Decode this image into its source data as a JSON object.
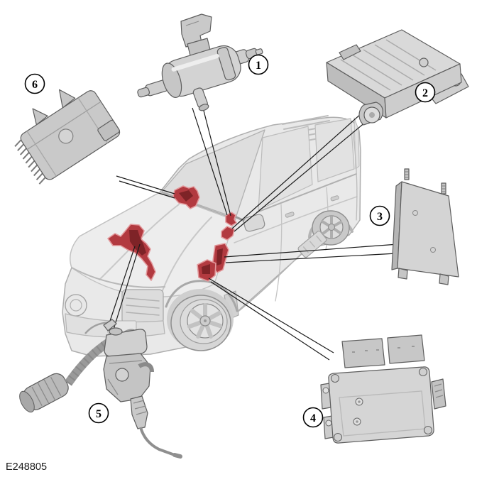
{
  "figure": {
    "code_label": "E248805",
    "callouts": [
      {
        "n": "1"
      },
      {
        "n": "2"
      },
      {
        "n": "3"
      },
      {
        "n": "4"
      },
      {
        "n": "5"
      },
      {
        "n": "6"
      }
    ],
    "colors": {
      "background": "#ffffff",
      "highlight_fill": "#b23a40",
      "highlight_edge": "#e3999c",
      "leader_line": "#1a1a1a",
      "vehicle_fill": "#e9e9e9",
      "vehicle_line": "#b0b0b0",
      "component_fill": "#d2d2d2",
      "component_line": "#5e5e5e",
      "callout_stroke": "#000000"
    }
  }
}
